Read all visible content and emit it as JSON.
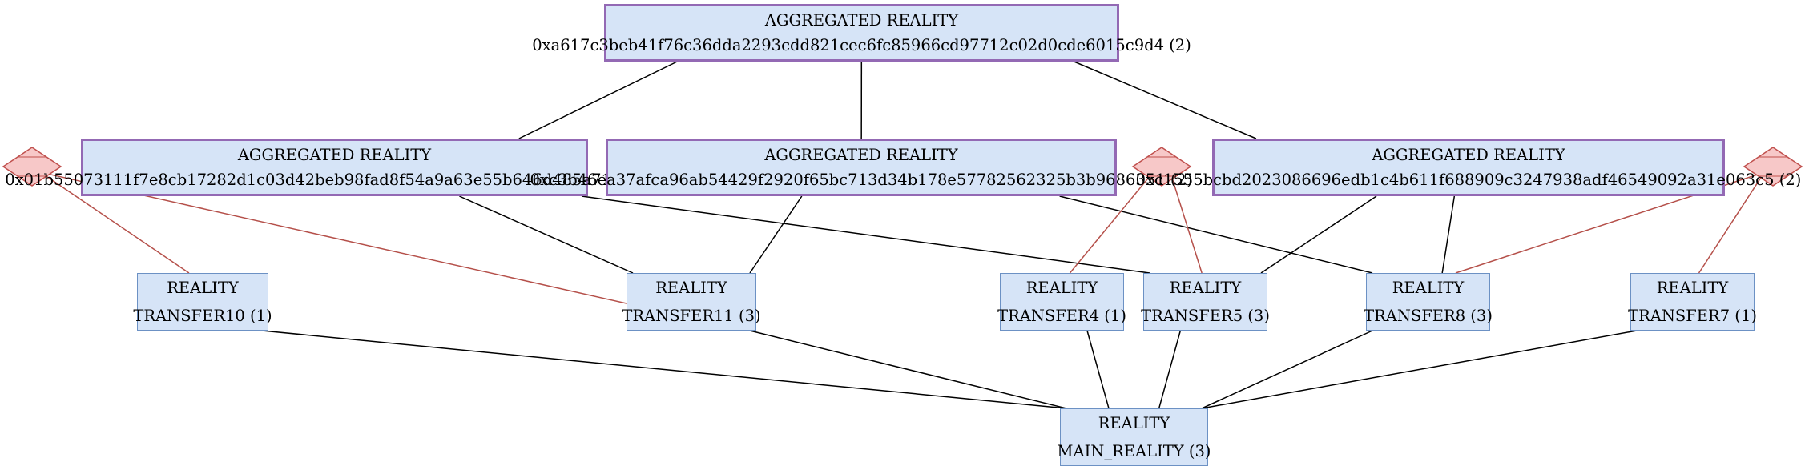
{
  "nodes": {
    "agg_top": {
      "kind": "AGGREGATED REALITY",
      "label": "0xa617c3beb41f76c36dda2293cdd821cec6fc85966cd97712c02d0cde6015c9d4 (2)"
    },
    "agg_left": {
      "kind": "AGGREGATED REALITY",
      "label": "0x01b55073111f7e8cb17282d1c03d42beb98fad8f54a9a63e55b646d485a71f61 (2)"
    },
    "agg_mid": {
      "kind": "AGGREGATED REALITY",
      "label": "0xc3b46ea37afca96ab54429f2920f65bc713d34b178e57782562325b3b9686351 (2)"
    },
    "agg_right": {
      "kind": "AGGREGATED REALITY",
      "label": "0xc1555bcbd2023086696edb1c4b611f688909c3247938adf46549092a31e063c5 (2)"
    },
    "transfer10": {
      "kind": "REALITY",
      "label": "TRANSFER10 (1)"
    },
    "transfer11": {
      "kind": "REALITY",
      "label": "TRANSFER11 (3)"
    },
    "transfer4": {
      "kind": "REALITY",
      "label": "TRANSFER4 (1)"
    },
    "transfer5": {
      "kind": "REALITY",
      "label": "TRANSFER5 (3)"
    },
    "transfer8": {
      "kind": "REALITY",
      "label": "TRANSFER8 (3)"
    },
    "transfer7": {
      "kind": "REALITY",
      "label": "TRANSFER7 (1)"
    },
    "main": {
      "kind": "REALITY",
      "label": "MAIN_REALITY (3)"
    }
  },
  "diamonds": [
    "d1",
    "d2",
    "d3"
  ],
  "edges": [
    [
      "agg_top",
      "agg_left"
    ],
    [
      "agg_top",
      "agg_mid"
    ],
    [
      "agg_top",
      "agg_right"
    ],
    [
      "agg_left",
      "transfer11"
    ],
    [
      "agg_left",
      "transfer5"
    ],
    [
      "agg_mid",
      "transfer11"
    ],
    [
      "agg_mid",
      "transfer8"
    ],
    [
      "agg_right",
      "transfer5"
    ],
    [
      "agg_right",
      "transfer8"
    ],
    [
      "transfer10",
      "main"
    ],
    [
      "transfer11",
      "main"
    ],
    [
      "transfer4",
      "main"
    ],
    [
      "transfer5",
      "main"
    ],
    [
      "transfer8",
      "main"
    ],
    [
      "transfer7",
      "main"
    ]
  ],
  "marker_edges": [
    [
      "d1",
      "transfer10"
    ],
    [
      "d1",
      "transfer11"
    ],
    [
      "d2",
      "transfer4"
    ],
    [
      "d2",
      "transfer5"
    ],
    [
      "d3",
      "transfer8"
    ],
    [
      "d3",
      "transfer7"
    ]
  ],
  "colors": {
    "node_fill": "#d6e4f7",
    "aggregated_border": "#9369b4",
    "reality_border": "#6c91c4",
    "edge": "#000000",
    "marker_edge": "#b5504a",
    "diamond_fill": "#f7c8c8",
    "diamond_stroke": "#c0504d"
  }
}
